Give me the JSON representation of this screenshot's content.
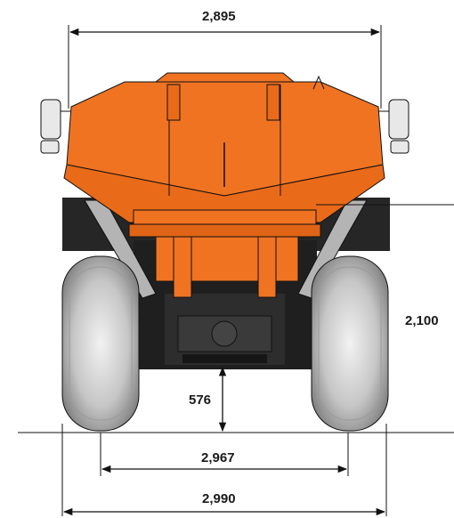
{
  "dimensions": {
    "top_width": "2,895",
    "ground_clearance": "576",
    "overall_height": "2,100",
    "track_width": "2,967",
    "overall_width": "2,990"
  },
  "colors": {
    "body": "#f07322",
    "body_shadow": "#c85a14",
    "tire": "#c9c9c9",
    "chassis": "#262626",
    "line": "#111111"
  }
}
